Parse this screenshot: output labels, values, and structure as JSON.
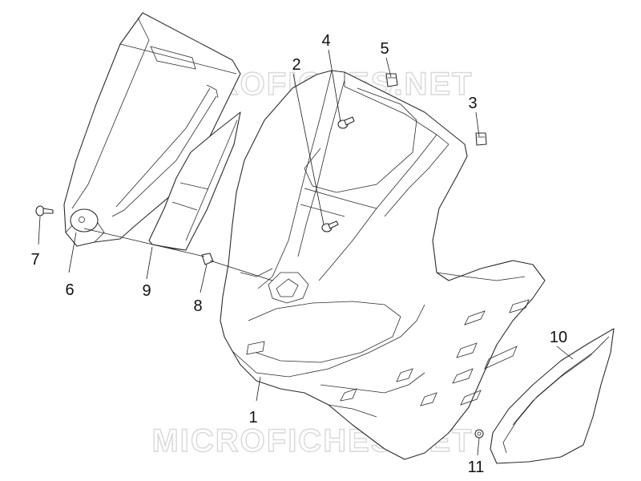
{
  "watermark": {
    "text": "MICROFICHES.NET"
  },
  "callouts": [
    {
      "id": "1",
      "label": "1"
    },
    {
      "id": "2",
      "label": "2"
    },
    {
      "id": "3",
      "label": "3"
    },
    {
      "id": "4",
      "label": "4"
    },
    {
      "id": "5",
      "label": "5"
    },
    {
      "id": "6",
      "label": "6"
    },
    {
      "id": "7",
      "label": "7"
    },
    {
      "id": "8",
      "label": "8"
    },
    {
      "id": "9",
      "label": "9"
    },
    {
      "id": "10",
      "label": "10"
    },
    {
      "id": "11",
      "label": "11"
    }
  ]
}
